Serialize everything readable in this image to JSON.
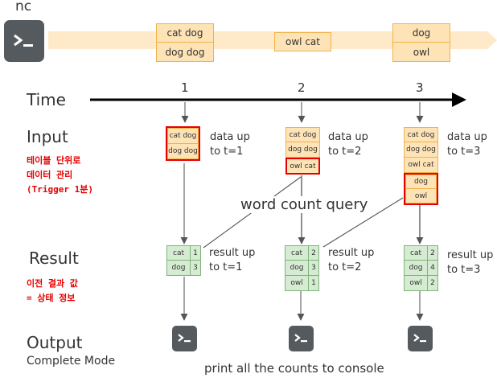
{
  "source": {
    "label": "nc"
  },
  "stream": [
    {
      "rows": [
        "cat dog",
        "dog dog"
      ]
    },
    {
      "rows": [
        "owl cat"
      ]
    },
    {
      "rows": [
        "dog",
        "owl"
      ]
    }
  ],
  "timeline": {
    "label": "Time",
    "ticks": [
      "1",
      "2",
      "3"
    ]
  },
  "input": {
    "label": "Input",
    "note_ko": [
      "테이블 단위로",
      "데이터 관리",
      "(Trigger 1분)"
    ],
    "tables": [
      {
        "rows": [
          "cat dog",
          "dog dog"
        ],
        "caption": [
          "data up",
          "to t=1"
        ]
      },
      {
        "rows": [
          "cat dog",
          "dog dog",
          "owl cat"
        ],
        "caption": [
          "data up",
          "to t=2"
        ]
      },
      {
        "rows": [
          "cat dog",
          "dog dog",
          "owl cat",
          "dog",
          "owl"
        ],
        "caption": [
          "data up",
          "to t=3"
        ]
      }
    ]
  },
  "query": {
    "label": "word count query"
  },
  "result": {
    "label": "Result",
    "note_ko": [
      "이전 결과 값",
      "= 상태 정보"
    ],
    "tables": [
      {
        "rows": [
          [
            "cat",
            "1"
          ],
          [
            "dog",
            "3"
          ]
        ],
        "caption": [
          "result up",
          "to t=1"
        ]
      },
      {
        "rows": [
          [
            "cat",
            "2"
          ],
          [
            "dog",
            "3"
          ],
          [
            "owl",
            "1"
          ]
        ],
        "caption": [
          "result up",
          "to t=2"
        ]
      },
      {
        "rows": [
          [
            "cat",
            "2"
          ],
          [
            "dog",
            "4"
          ],
          [
            "owl",
            "2"
          ]
        ],
        "caption": [
          "result up",
          "to t=3"
        ]
      }
    ]
  },
  "output": {
    "label": "Output",
    "mode": "Complete Mode",
    "caption": "print all the counts to console"
  },
  "colors": {
    "orange_fill": "#fde3b5",
    "orange_border": "#f2b24a",
    "green_fill": "#d6ecd2",
    "green_border": "#7fb37a",
    "red": "#e60000",
    "terminal": "#555a5e"
  }
}
